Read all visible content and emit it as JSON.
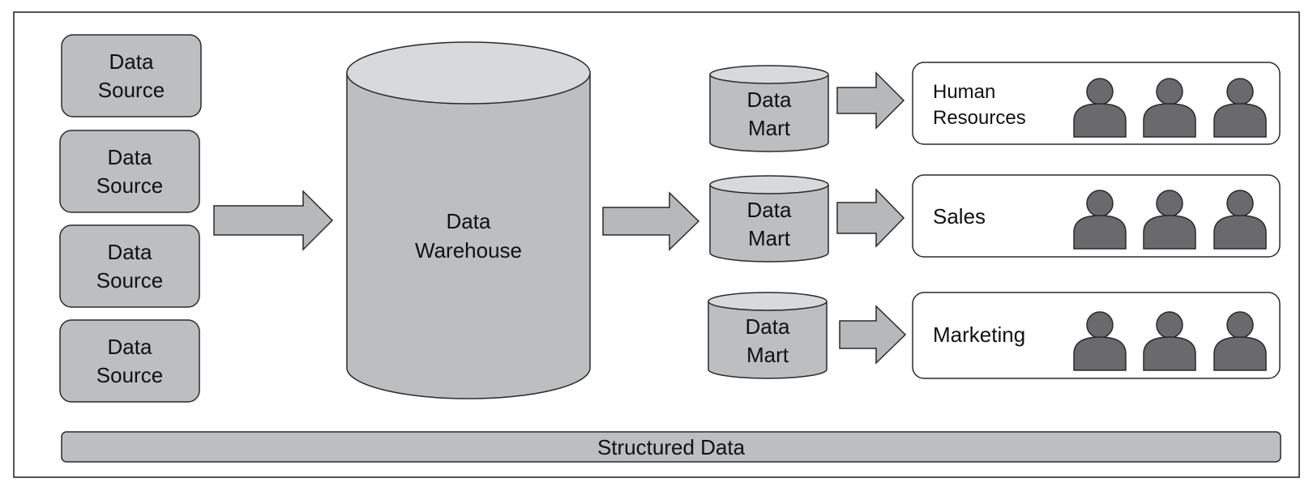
{
  "colors": {
    "frame": "#1a1a1a",
    "box_fill": "#bdbec0",
    "cylinder_top": "#d8d9db",
    "arrow_fill": "#b7b8ba",
    "person_fill": "#6a6a6c",
    "department_fill": "#ffffff",
    "stroke": "#2a2a2a"
  },
  "sources": [
    {
      "line1": "Data",
      "line2": "Source"
    },
    {
      "line1": "Data",
      "line2": "Source"
    },
    {
      "line1": "Data",
      "line2": "Source"
    },
    {
      "line1": "Data",
      "line2": "Source"
    }
  ],
  "warehouse": {
    "line1": "Data",
    "line2": "Warehouse"
  },
  "marts": [
    {
      "line1": "Data",
      "line2": "Mart"
    },
    {
      "line1": "Data",
      "line2": "Mart"
    },
    {
      "line1": "Data",
      "line2": "Mart"
    }
  ],
  "departments": [
    {
      "line1": "Human",
      "line2": "Resources",
      "users": 3,
      "user_icon": "person-icon"
    },
    {
      "line1": "Sales",
      "line2": "",
      "users": 3,
      "user_icon": "person-icon"
    },
    {
      "line1": "Marketing",
      "line2": "",
      "users": 3,
      "user_icon": "person-icon"
    }
  ],
  "footer": {
    "label": "Structured Data"
  }
}
